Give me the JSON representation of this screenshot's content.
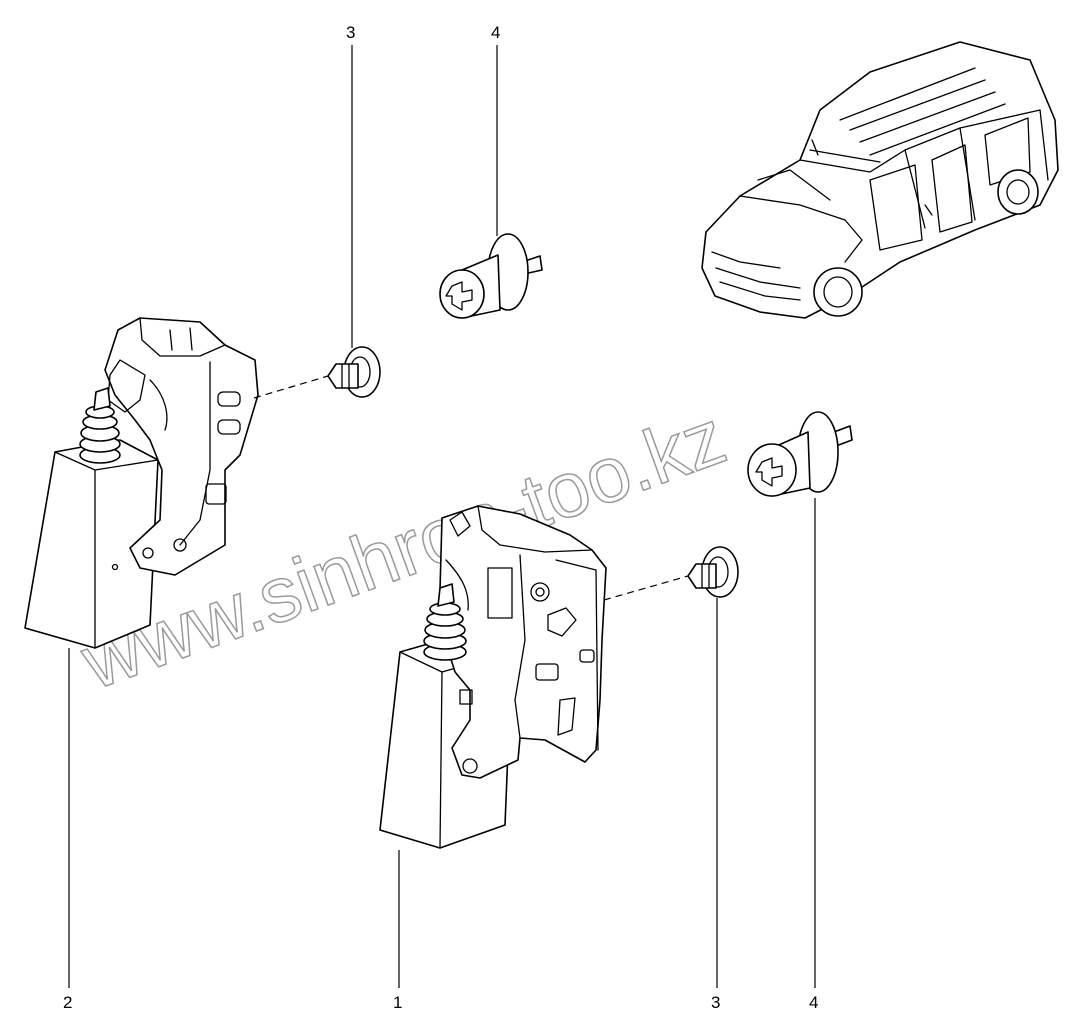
{
  "diagram": {
    "callouts": {
      "c3_top": "3",
      "c4_top": "4",
      "c2_bottom": "2",
      "c1_bottom": "1",
      "c3_bottom": "3",
      "c4_bottom": "4"
    },
    "watermark": "www.sinhron-too.kz"
  }
}
